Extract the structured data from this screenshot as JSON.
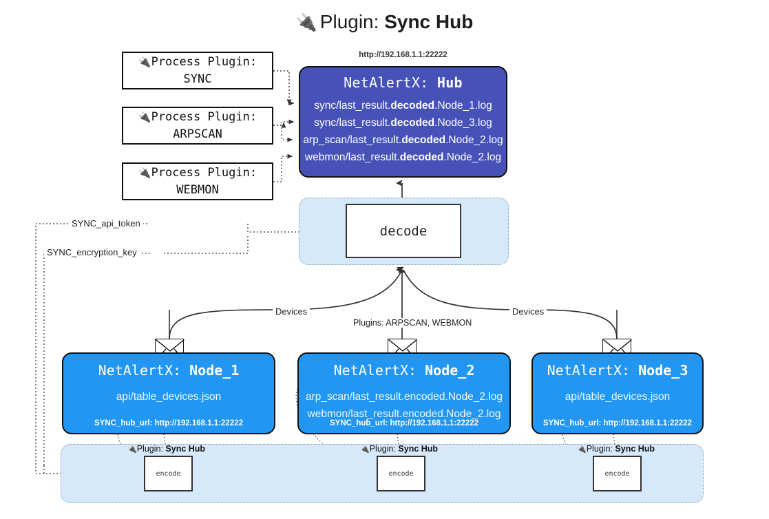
{
  "title": {
    "icon": "plug-icon",
    "prefix": "Plugin:",
    "name": "Sync Hub"
  },
  "process_plugins": [
    {
      "label": "Process Plugin:",
      "name": "SYNC"
    },
    {
      "label": "Process Plugin:",
      "name": "ARPSCAN"
    },
    {
      "label": "Process Plugin:",
      "name": "WEBMON"
    }
  ],
  "hub": {
    "url": "http://192.168.1.1:22222",
    "prefix": "NetAlertX:",
    "name": "Hub",
    "logs": [
      {
        "pre": "sync/last_result.",
        "strong": "decoded",
        "post": ".Node_1.log"
      },
      {
        "pre": "sync/last_result.",
        "strong": "decoded",
        "post": ".Node_3.log"
      },
      {
        "pre": "arp_scan/last_result.",
        "strong": "decoded",
        "post": ".Node_2.log"
      },
      {
        "pre": "webmon/last_result.",
        "strong": "decoded",
        "post": ".Node_2.log"
      }
    ]
  },
  "decode": {
    "label": "decode"
  },
  "secrets": [
    {
      "label": "SYNC_api_token"
    },
    {
      "label": "SYNC_encryption_key"
    }
  ],
  "edge_labels": {
    "devices_left": "Devices",
    "devices_right": "Devices",
    "plugins_center": "Plugins: ARPSCAN, WEBMON"
  },
  "nodes": [
    {
      "prefix": "NetAlertX:",
      "name": "Node_1",
      "lines": [
        "api/table_devices.json"
      ],
      "hub_url": "SYNC_hub_url: http://192.168.1.1:22222"
    },
    {
      "prefix": "NetAlertX:",
      "name": "Node_2",
      "lines": [
        "arp_scan/last_result.encoded.Node_2.log",
        "webmon/last_result.encoded.Node_2.log"
      ],
      "hub_url": "SYNC_hub_url: http://192.168.1.1:22222"
    },
    {
      "prefix": "NetAlertX:",
      "name": "Node_3",
      "lines": [
        "api/table_devices.json"
      ],
      "hub_url": "SYNC_hub_url: http://192.168.1.1:22222"
    }
  ],
  "encoders": [
    {
      "plugin_label": "Plugin:",
      "plugin_name": "Sync Hub",
      "box": "encode"
    },
    {
      "plugin_label": "Plugin:",
      "plugin_name": "Sync Hub",
      "box": "encode"
    },
    {
      "plugin_label": "Plugin:",
      "plugin_name": "Sync Hub",
      "box": "encode"
    }
  ],
  "colors": {
    "hub_fill": "#4652b8",
    "node_fill": "#2196f3",
    "container_fill": "#d6e9fb",
    "stroke": "#111111"
  }
}
